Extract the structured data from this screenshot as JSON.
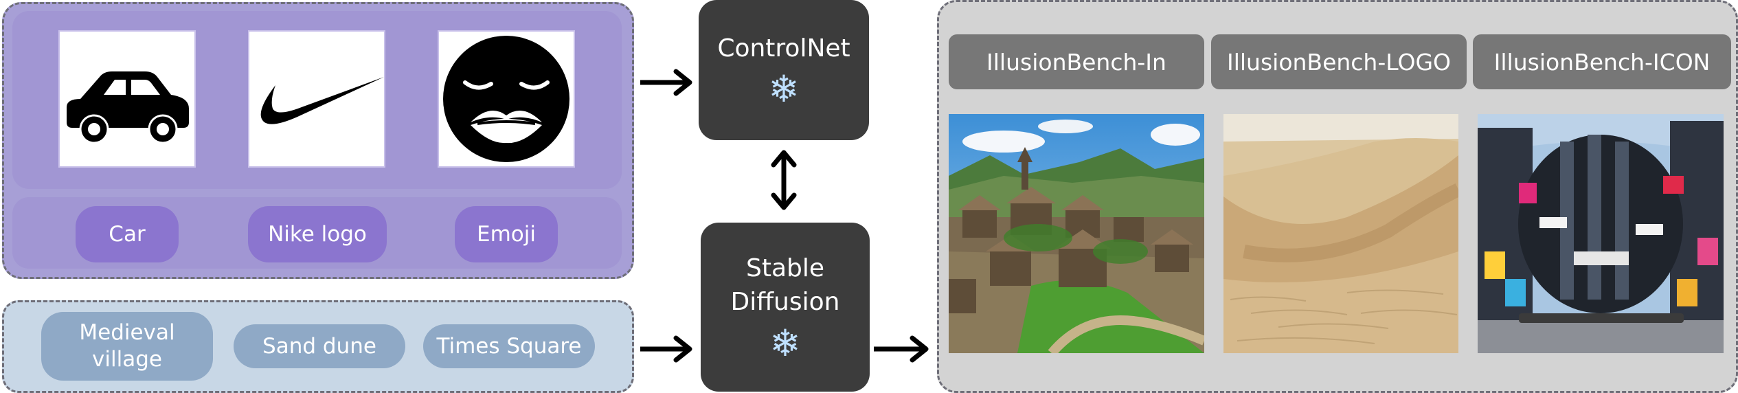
{
  "shapes": {
    "items": [
      {
        "icon": "car-icon",
        "label": "Car"
      },
      {
        "icon": "nike-swoosh-icon",
        "label": "Nike logo"
      },
      {
        "icon": "emoji-face-icon",
        "label": "Emoji"
      }
    ]
  },
  "scenes": {
    "items": [
      "Medieval village",
      "Sand dune",
      "Times Square"
    ]
  },
  "models": {
    "controlnet": "ControlNet",
    "stable_diffusion_line1": "Stable",
    "stable_diffusion_line2": "Diffusion",
    "frozen_icon": "snowflake-icon"
  },
  "outputs": {
    "tabs": [
      "IllusionBench-In",
      "IllusionBench-LOGO",
      "IllusionBench-ICON"
    ],
    "images": [
      "medieval-village-car-illusion",
      "sand-dune-nike-illusion",
      "times-square-emoji-illusion"
    ]
  },
  "colors": {
    "purple_group": "#a79fd6",
    "purple_pill": "#8b75cf",
    "blue_group": "#c8d7e6",
    "blue_pill": "#8fa9c6",
    "model_box": "#3c3c3c",
    "snowflake": "#bfe0ff",
    "output_group": "#d3d3d3",
    "tab": "#777777"
  }
}
